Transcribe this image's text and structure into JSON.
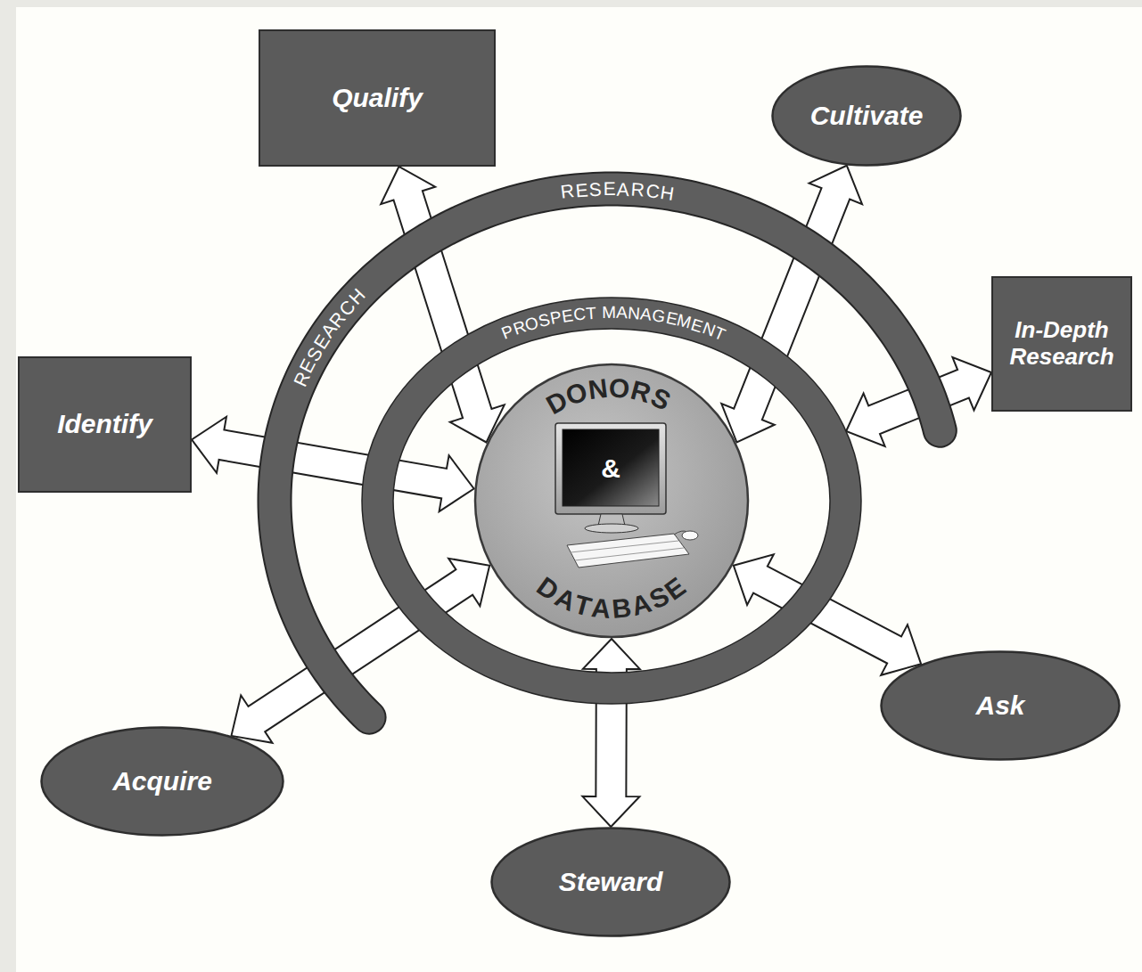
{
  "diagram": {
    "nodes": [
      {
        "text": [
          "Qualify"
        ]
      },
      {
        "text": [
          "Cultivate"
        ]
      },
      {
        "text": [
          "RESEARCH",
          "RESEARCH"
        ]
      },
      {
        "text": [
          "In-Depth Research"
        ]
      },
      {
        "text": [
          "Identify"
        ]
      },
      {
        "text": [
          "PROSPECT MANAGEMENT"
        ]
      },
      {
        "text": [
          "DONORS",
          "&",
          "DATABASE"
        ]
      },
      {
        "text": [
          "Ask"
        ]
      },
      {
        "text": [
          "Acquire"
        ]
      },
      {
        "text": [
          "Steward"
        ]
      }
    ],
    "edges": [
      {
        "from": 4,
        "to": 6,
        "arrow": "both"
      },
      {
        "from": 0,
        "to": 6,
        "arrow": "both"
      },
      {
        "from": 1,
        "to": 6,
        "arrow": "both"
      },
      {
        "from": 3,
        "to": 5,
        "arrow": "both"
      },
      {
        "from": 7,
        "to": 6,
        "arrow": "both"
      },
      {
        "from": 9,
        "to": 6,
        "arrow": "both"
      },
      {
        "from": 8,
        "to": 6,
        "arrow": "both"
      }
    ]
  }
}
